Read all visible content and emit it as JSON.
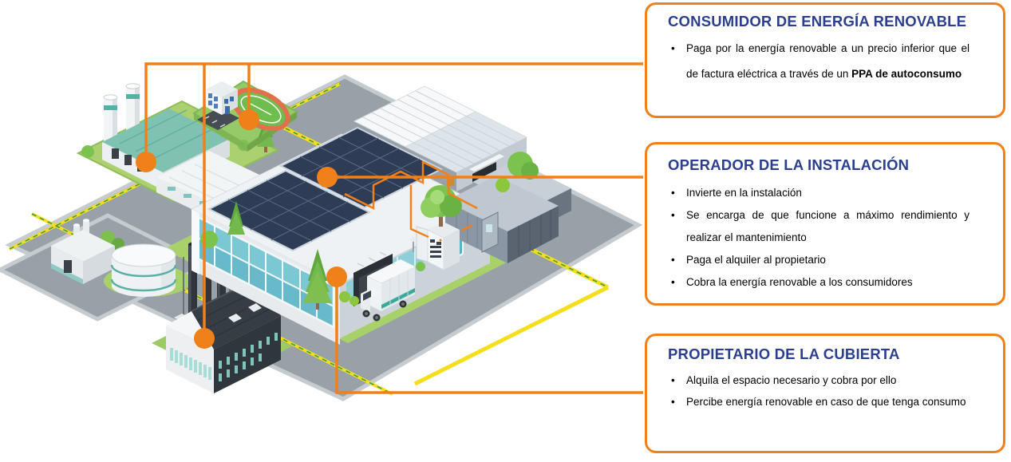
{
  "colors": {
    "accent_orange": "#F08019",
    "title_blue": "#2B3F8E",
    "body_text": "#000000"
  },
  "bullet_char": "•",
  "callouts": [
    {
      "id": "consumer",
      "title": "CONSUMIDOR DE ENERGÍA RENOVABLE",
      "bullets": [
        {
          "pre": "Paga por la energía renovable a un precio inferior que el de factura eléctrica a través de un ",
          "bold": "PPA de autoconsumo"
        }
      ]
    },
    {
      "id": "operator",
      "title": "OPERADOR DE LA INSTALACIÓN",
      "bullets": [
        {
          "text": "Invierte en la instalación"
        },
        {
          "text": "Se encarga de que funcione a máximo rendimiento y realizar el mantenimiento"
        },
        {
          "text": "Paga el alquiler al propietario"
        },
        {
          "text": "Cobra la energía renovable a los consumidores"
        }
      ]
    },
    {
      "id": "owner",
      "title": "PROPIETARIO DE LA CUBIERTA",
      "bullets": [
        {
          "text": "Alquila el espacio necesario y cobra por ello"
        },
        {
          "text": "Percibe energía renovable en caso de que tenga consumo"
        }
      ]
    }
  ]
}
